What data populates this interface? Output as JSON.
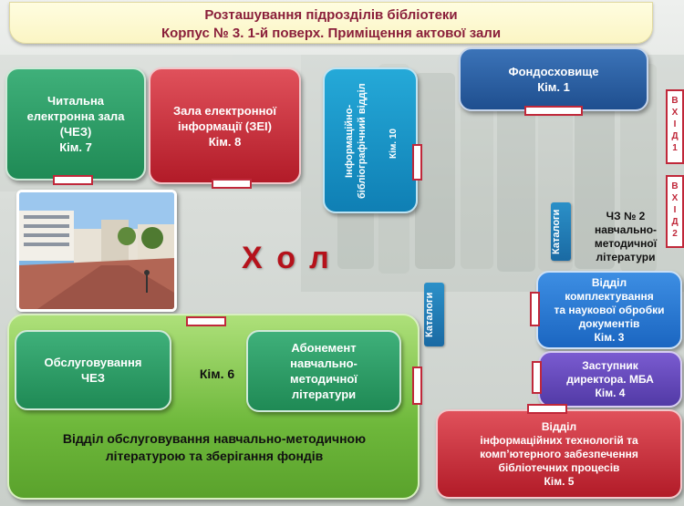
{
  "title": {
    "line1": "Розташування підрозділів бібліотеки",
    "line2": "Корпус № 3. 1-й поверх. Приміщення  актової зали"
  },
  "rooms": {
    "chez7": {
      "l1": "Читальна",
      "l2": "електронна зала",
      "l3": "(ЧЕЗ)",
      "l4": "Кім. 7"
    },
    "zei8": {
      "l1": "Зала електронної",
      "l2": "інформації (ЗЕІ)",
      "l3": "Кім. 8"
    },
    "ibv10": {
      "l1": "Інформаційно-",
      "l2": "бібліографічний відділ",
      "l3": "Кім. 10"
    },
    "fond1": {
      "l1": "Фондосховище",
      "l2": "Кім. 1"
    },
    "chez2": {
      "l1": "ЧЗ № 2",
      "l2": "навчально-",
      "l3": "методичної",
      "l4": "літератури"
    },
    "vk3": {
      "l1": "Відділ",
      "l2": "комплектування",
      "l3": "та наукової обробки",
      "l4": "документів",
      "l5": "Кім. 3"
    },
    "mba4": {
      "l1": "Заступник",
      "l2": "директора. МБА",
      "l3": "Кім. 4"
    },
    "vit5": {
      "l1": "Відділ",
      "l2": "інформаційних технологій та",
      "l3": "комп’ютерного забезпечення",
      "l4": "бібліотечних процесів",
      "l5": "Кім. 5"
    },
    "room6": {
      "service": {
        "l1": "Обслуговування",
        "l2": "ЧЕЗ"
      },
      "abonement": {
        "l1": "Абонемент",
        "l2": "навчально-",
        "l3": "методичної",
        "l4": "літератури"
      },
      "label": "Кім. 6",
      "dept_l1": "Відділ обслуговування навчально-методичною",
      "dept_l2": "літературою та зберігання фондів"
    }
  },
  "hall": "Хол",
  "catalogs": {
    "c1": "Каталоги",
    "c2": "Каталоги"
  },
  "entries": {
    "e1": [
      "В",
      "Х",
      "І",
      "Д",
      "1"
    ],
    "e2": [
      "В",
      "Х",
      "І",
      "Д",
      "2"
    ]
  },
  "colors": {
    "title_text": "#8a1f3a",
    "hall_text": "#b5121b",
    "door_border": "#c0283a"
  }
}
